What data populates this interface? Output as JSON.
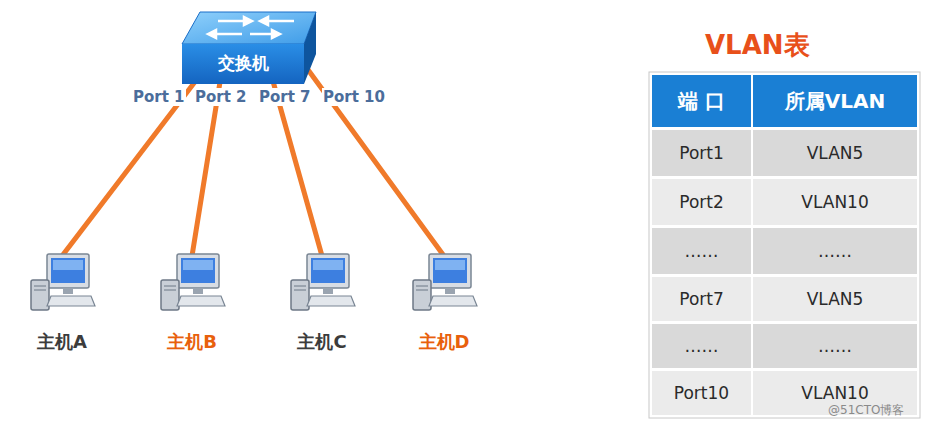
{
  "diagram": {
    "nodes": [
      {
        "text": [
          "交换机"
        ]
      },
      {
        "text": [
          "主机A"
        ]
      },
      {
        "text": [
          "主机B"
        ]
      },
      {
        "text": [
          "主机C"
        ]
      },
      {
        "text": [
          "主机D"
        ]
      }
    ],
    "edges": [
      {
        "from": 0,
        "to": 1,
        "arrow": "none"
      },
      {
        "from": 0,
        "to": 2,
        "arrow": "none"
      },
      {
        "from": 0,
        "to": 3,
        "arrow": "none"
      },
      {
        "from": 0,
        "to": 4,
        "arrow": "none"
      }
    ],
    "labels": [
      "Port 1",
      "Port 2",
      "Port 7",
      "Port 10",
      "VLAN表",
      "端 口",
      "所属VLAN",
      "Port1",
      "VLAN5",
      "Port2",
      "VLAN10",
      "……",
      "……",
      "Port7",
      "VLAN5",
      "……",
      "……",
      "Port10",
      "VLAN10",
      "@51CTO博客"
    ]
  }
}
